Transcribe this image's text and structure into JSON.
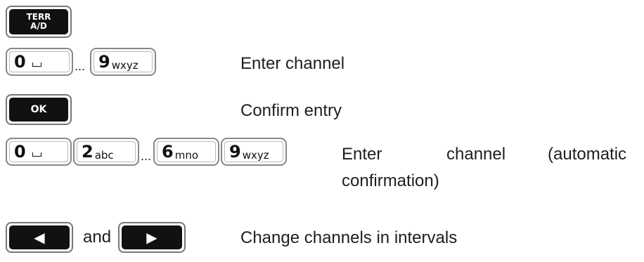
{
  "keys": {
    "terr_line1": "TERR",
    "terr_line2": "A/D",
    "ok": "OK",
    "k0": "0",
    "k2": "2",
    "k2_sub": "abc",
    "k6": "6",
    "k6_sub": "mno",
    "k9": "9",
    "k9_sub": "wxyz",
    "ellipsis": "...",
    "left_arrow": "◀",
    "right_arrow": "▶"
  },
  "rows": {
    "enter_channel": "Enter channel",
    "confirm_entry": "Confirm entry",
    "auto_word1": "Enter",
    "auto_word2": "channel",
    "auto_word3": "(automatic",
    "auto_line2": "confirmation)",
    "and_text": "and",
    "change_channels": "Change channels in intervals"
  }
}
